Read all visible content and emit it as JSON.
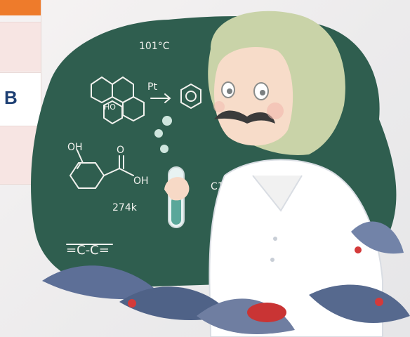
{
  "side_table": {
    "option_letter": "B"
  },
  "board": {
    "formula_temp": "101°C",
    "formula_c14h10": "C14H10",
    "formula_274k": "274k",
    "formula_bond": "=C-C=",
    "label_oh_top": "OH",
    "label_oh_right": "OH",
    "label_ho": "HO",
    "label_o": "O",
    "label_pt": "Pt"
  },
  "colors": {
    "board": "#2f5e4f",
    "accent_orange": "#ee7b2b",
    "coat": "#ffffff",
    "hair": "#c9d3a8",
    "option_text": "#1d3f73"
  }
}
